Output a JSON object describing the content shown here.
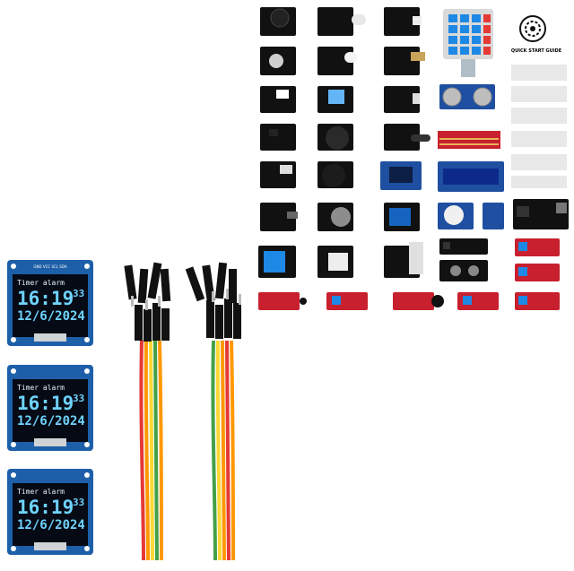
{
  "scene": {
    "oled_modules": [
      {
        "title": "Timer alarm",
        "time": "16:19",
        "seconds": "33",
        "date": "12/6/2024"
      },
      {
        "title": "Timer alarm",
        "time": "16:19",
        "seconds": "33",
        "date": "12/6/2024"
      },
      {
        "title": "Timer alarm",
        "time": "16:19",
        "seconds": "33",
        "date": "12/6/2024"
      }
    ],
    "oled_pin_labels": "GND VCC SCL SDA",
    "quick_start_guide": "QUICK START GUIDE",
    "colors": {
      "oled_board": "#1d5fa8",
      "oled_screen": "#050a14",
      "oled_text": "#6fd3ff",
      "sensor_black": "#111111",
      "sensor_red": "#c8202e",
      "sensor_blue": "#1f4fa0",
      "wire_colors": [
        "#e53935",
        "#ff9800",
        "#fdd835",
        "#43a047"
      ]
    }
  }
}
